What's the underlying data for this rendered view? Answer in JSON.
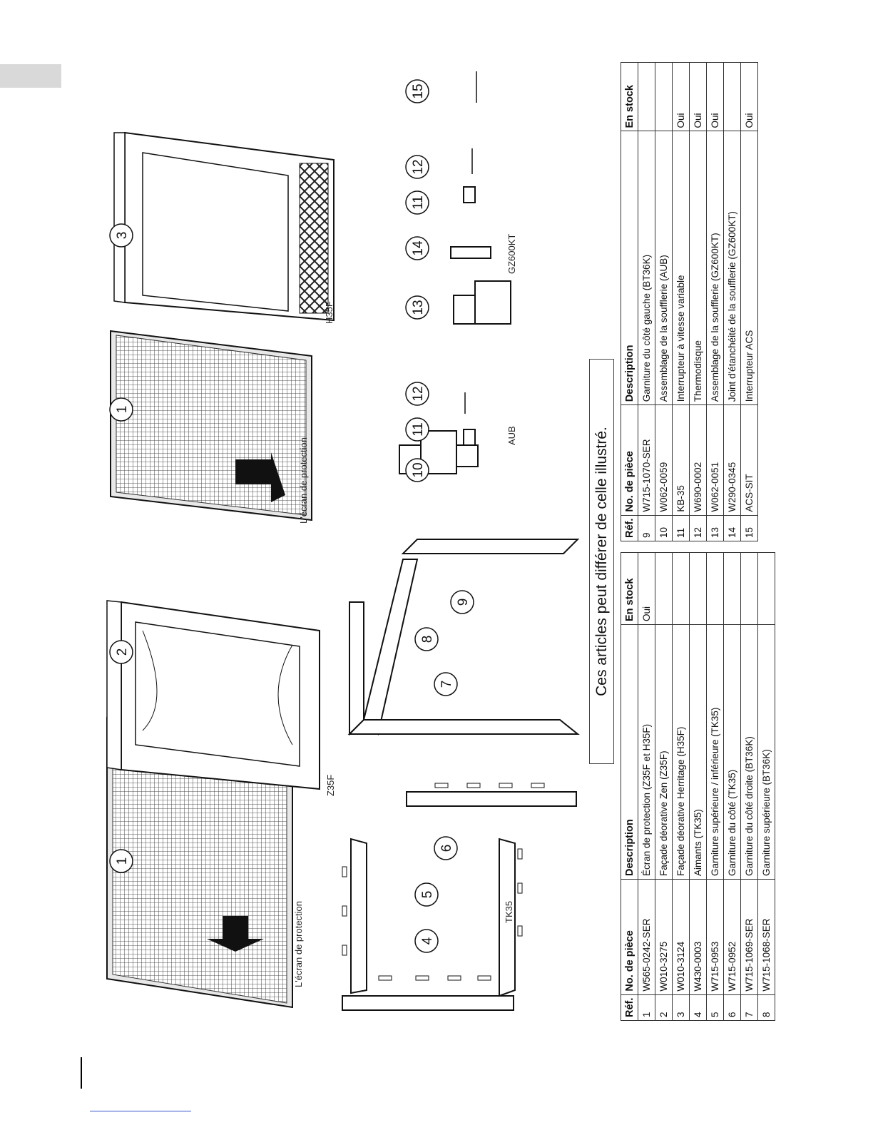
{
  "notice": "Ces articles peut différer de celle illustré.",
  "labels": {
    "screen_left": "L'écran de protection",
    "screen_right": "L'écran de protection",
    "z35f": "Z35F",
    "h35f": "H35F",
    "tk35": "TK35",
    "aub": "AUB",
    "gz600kt": "GZ600KT"
  },
  "callouts": [
    "1",
    "2",
    "1",
    "3",
    "4",
    "5",
    "6",
    "7",
    "8",
    "9",
    "10",
    "11",
    "12",
    "13",
    "14",
    "11",
    "12",
    "15"
  ],
  "tables": [
    {
      "headers": [
        "Réf.",
        "No. de pièce",
        "Description",
        "En stock"
      ],
      "rows": [
        [
          "1",
          "W565-0242-SER",
          "Écran de protection (Z35F et H35F)",
          "Oui"
        ],
        [
          "2",
          "W010-3275",
          "Façade déorative Zen (Z35F)",
          ""
        ],
        [
          "3",
          "W010-3124",
          "Façade déorative Herritage (H35F)",
          ""
        ],
        [
          "4",
          "W430-0003",
          "Aimants (TK35)",
          ""
        ],
        [
          "5",
          "W715-0953",
          "Garniture supérieure / inférieure (TK35)",
          ""
        ],
        [
          "6",
          "W715-0952",
          "Garniture du côté  (TK35)",
          ""
        ],
        [
          "7",
          "W715-1069-SER",
          "Garniture du côté droite (BT36K)",
          ""
        ],
        [
          "8",
          "W715-1068-SER",
          "Garniture supérieure (BT36K)",
          ""
        ]
      ]
    },
    {
      "headers": [
        "Réf.",
        "No. de pièce",
        "Description",
        "En stock"
      ],
      "rows": [
        [
          "9",
          "W715-1070-SER",
          "Garniture du côté gauche (BT36K)",
          ""
        ],
        [
          "10",
          "W062-0059",
          "Assemblage de la soufflerie (AUB)",
          ""
        ],
        [
          "11",
          "KB-35",
          "Interrupteur à vitesse variable",
          "Oui"
        ],
        [
          "12",
          "W690-0002",
          "Thermodisque",
          "Oui"
        ],
        [
          "13",
          "W062-0051",
          "Assemblage de la soufflerie (GZ600KT)",
          "Oui"
        ],
        [
          "14",
          "W290-0345",
          "Joint d'étanchéité de la soufflerie (GZ600KT)",
          ""
        ],
        [
          "15",
          "ACS-SIT",
          "Interrupteur ACS",
          "Oui"
        ]
      ]
    }
  ]
}
